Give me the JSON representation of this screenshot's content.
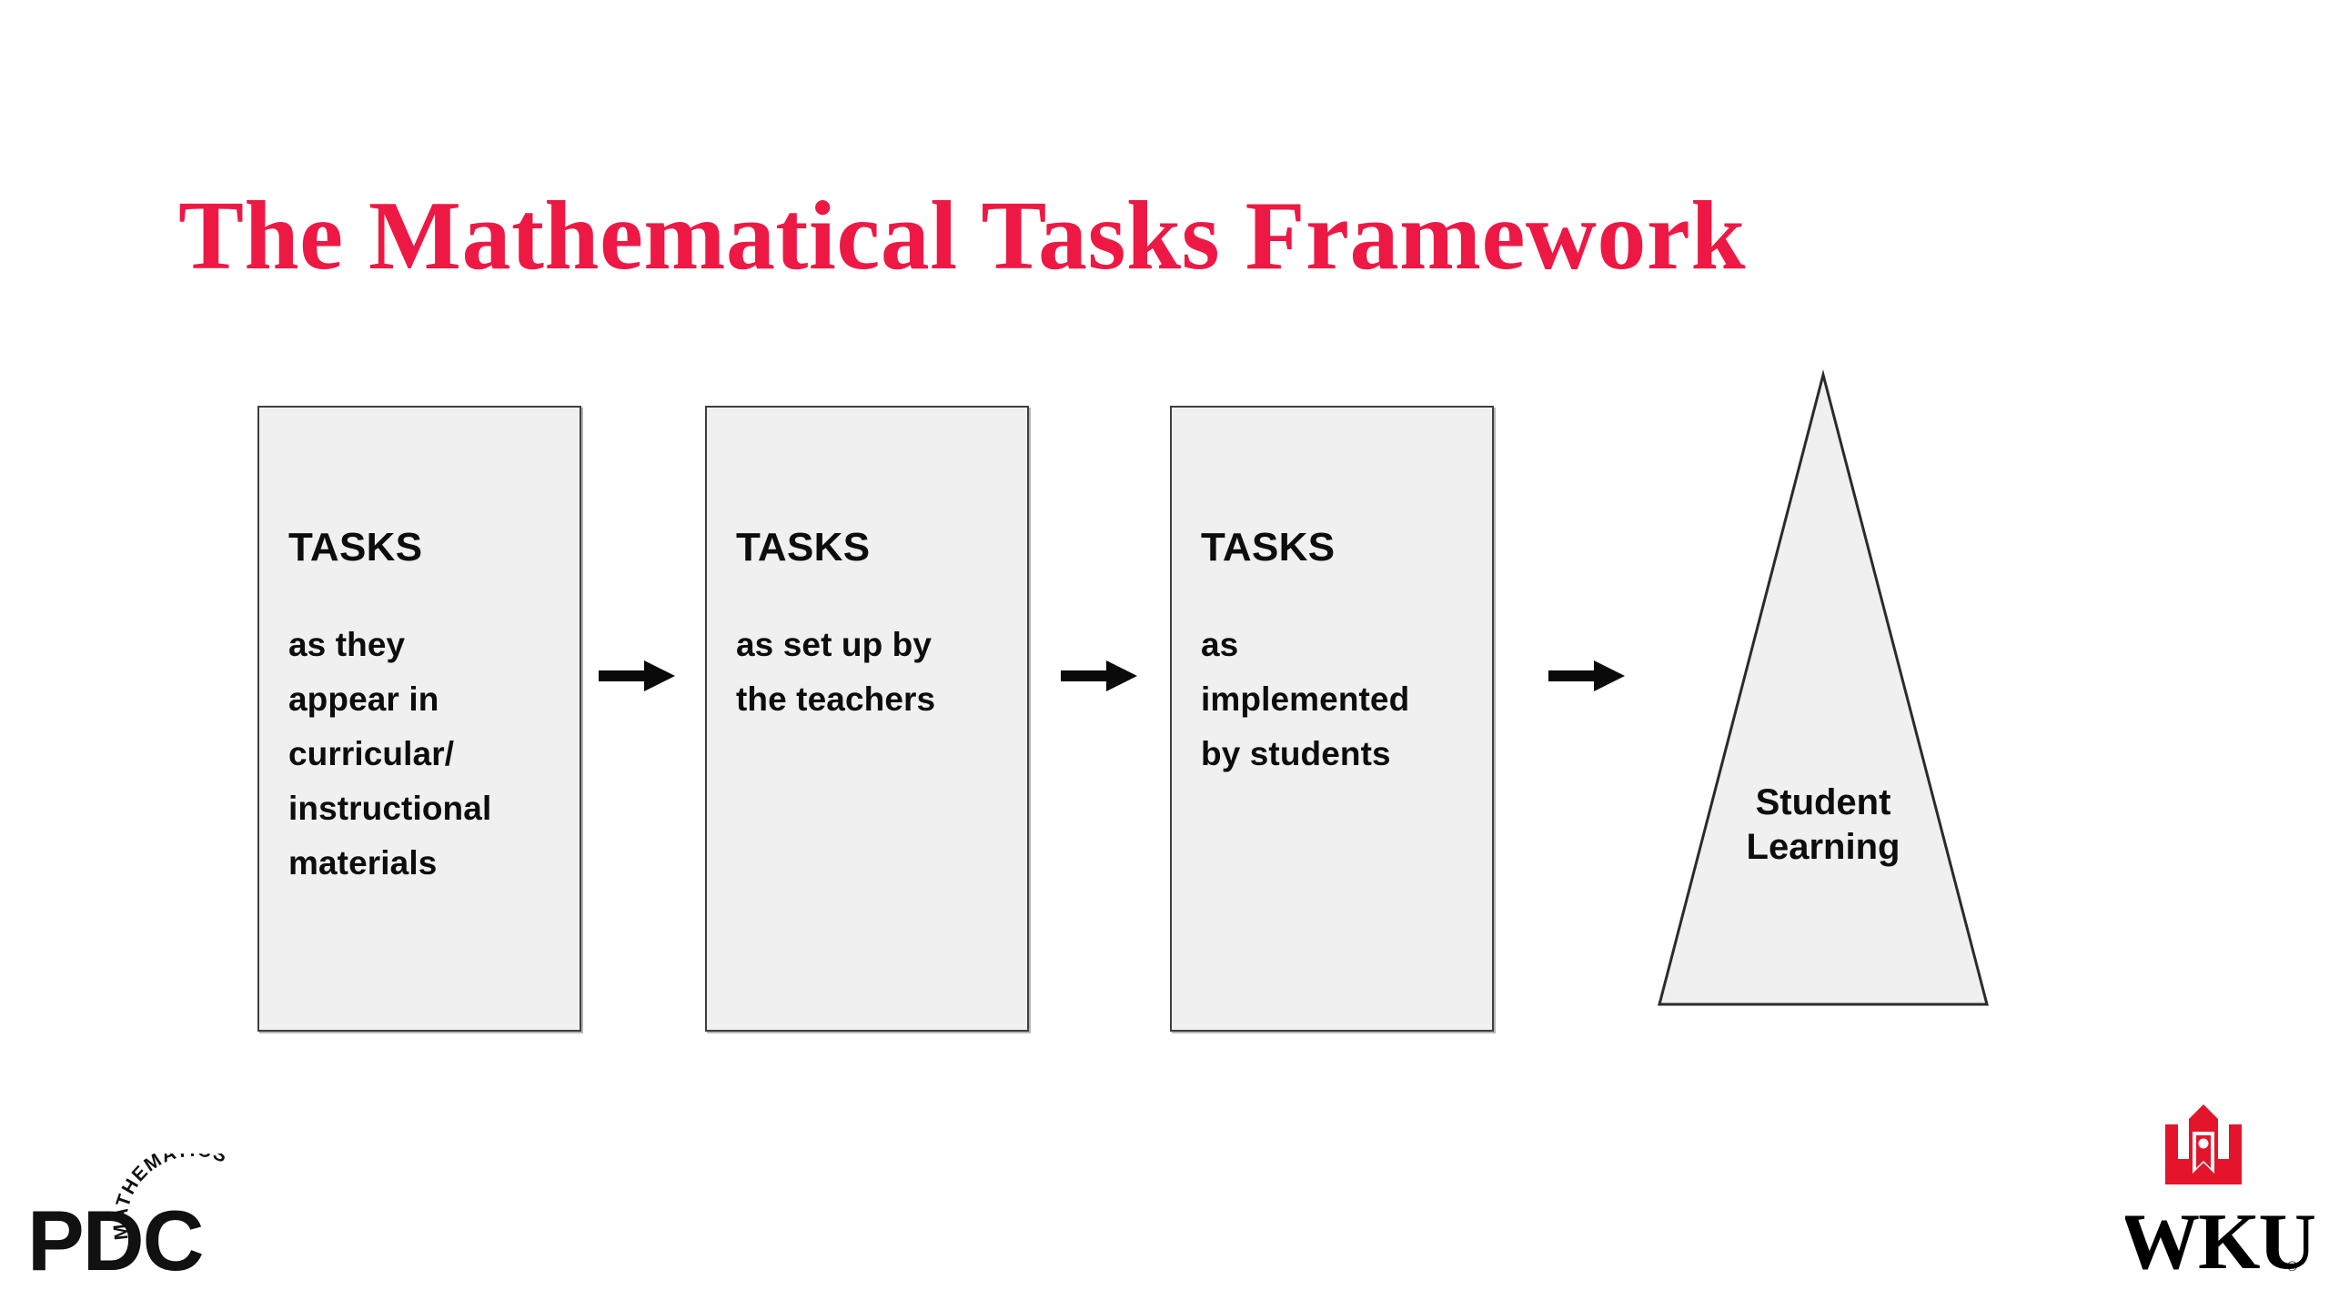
{
  "slide": {
    "title": "The Mathematical Tasks Framework",
    "title_color": "#ED1944",
    "background_color": "#FFFFFF"
  },
  "flow": {
    "box_fill_color": "#F0F0F0",
    "box_border_color": "#3F3F3F",
    "text_color": "#0D0D0D",
    "boxes": [
      {
        "heading": "TASKS",
        "body": "as they\nappear  in\ncurricular/\ninstructional\nmaterials"
      },
      {
        "heading": "TASKS",
        "body": "as set up by\nthe teachers"
      },
      {
        "heading": "TASKS",
        "body": "as\nimplemented\nby students"
      }
    ],
    "arrows": [
      {
        "icon": "arrow-right-icon"
      },
      {
        "icon": "arrow-right-icon"
      },
      {
        "icon": "arrow-right-icon"
      }
    ],
    "outcome": {
      "shape": "triangle",
      "label": "Student\nLearning",
      "fill_color": "#F0F0F0",
      "stroke_color": "#2B2B2B"
    }
  },
  "logos": {
    "pdc": {
      "wordmark": "PDC",
      "arc_text": "MATHEMATICS",
      "color": "#111111"
    },
    "wku": {
      "wordmark": "WKU",
      "registered_mark": "®",
      "mark_color": "#E4152B",
      "wordmark_color": "#000000"
    }
  }
}
